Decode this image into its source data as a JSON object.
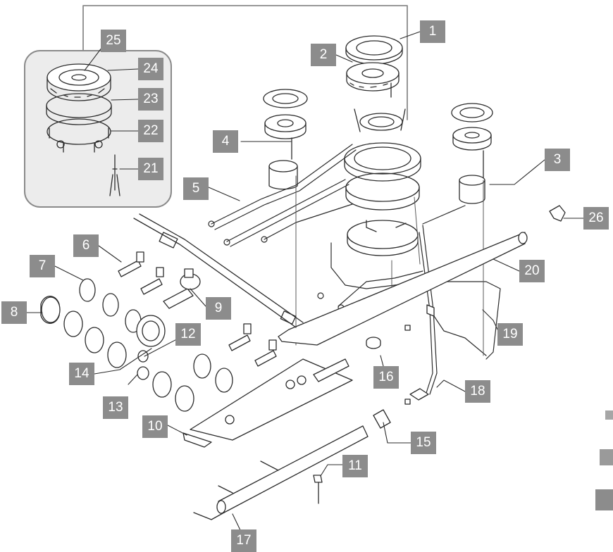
{
  "diagram": {
    "callouts": [
      "1",
      "2",
      "3",
      "4",
      "5",
      "6",
      "7",
      "8",
      "9",
      "10",
      "11",
      "12",
      "13",
      "14",
      "15",
      "16",
      "17",
      "18",
      "19",
      "20",
      "21",
      "22",
      "23",
      "24",
      "25",
      "26"
    ],
    "colors": {
      "label_bg": "#8c8c8c",
      "label_text": "#ffffff",
      "line": "#2b2b2b",
      "inset_bg": "#ececec",
      "inset_border": "#8a8a8a",
      "edge_marker": "#a6a6a6"
    }
  }
}
